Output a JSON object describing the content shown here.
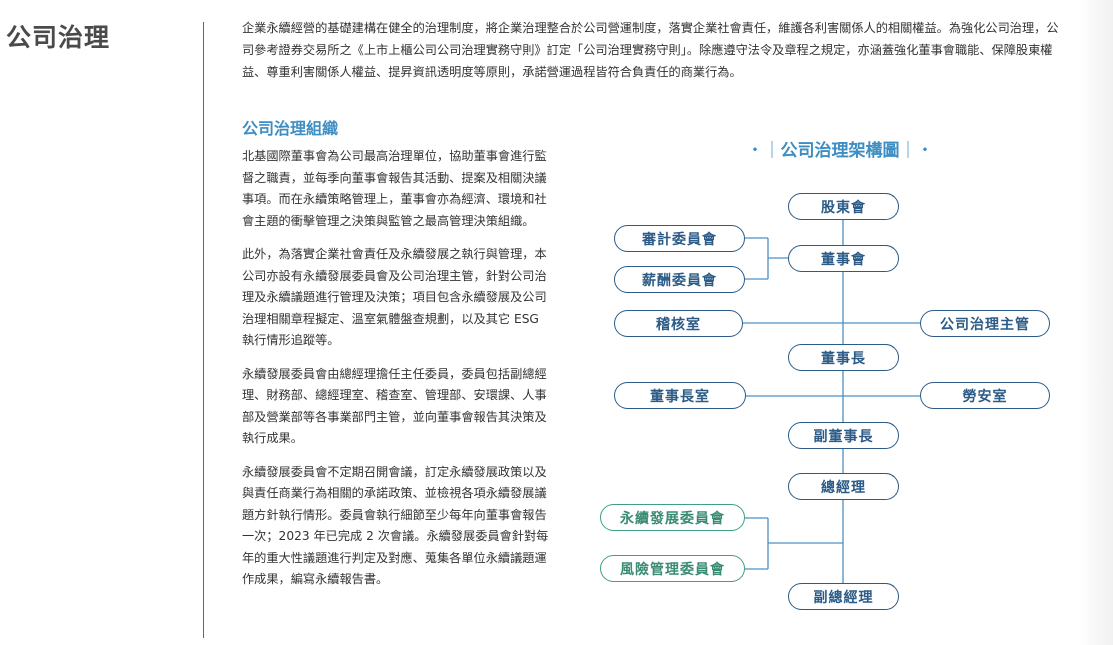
{
  "section_title": "公司治理",
  "intro": "企業永續經營的基礎建構在健全的治理制度，將企業治理整合於公司營運制度，落實企業社會責任，維護各利害關係人的相關權益。為強化公司治理，公司參考證券交易所之《上市上櫃公司公司治理實務守則》訂定「公司治理實務守則」。除應遵守法令及章程之規定，亦涵蓋強化董事會職能、保障股東權益、尊重利害關係人權益、提昇資訊透明度等原則，承諾營運過程皆符合負責任的商業行為。",
  "org": {
    "heading": "公司治理組織",
    "paragraphs": [
      "北基國際董事會為公司最高治理單位，協助董事會進行監督之職責，並每季向董事會報告其活動、提案及相關決議事項。而在永續策略管理上，董事會亦為經濟、環境和社會主題的衝擊管理之決策與監管之最高管理決策組織。",
      "此外，為落實企業社會責任及永續發展之執行與管理，本公司亦設有永續發展委員會及公司治理主管，針對公司治理及永續議題進行管理及決策；項目包含永續發展及公司治理相關章程擬定、溫室氣體盤查規劃，以及其它 ESG 執行情形追蹤等。",
      "永續發展委員會由總經理擔任主任委員，委員包括副總經理、財務部、總經理室、稽查室、管理部、安環課、人事部及營業部等各事業部門主管，並向董事會報告其決策及執行成果。",
      "永續發展委員會不定期召開會議，訂定永續發展政策以及與責任商業行為相關的承諾政策、並檢視各項永續發展議題方針執行情形。委員會執行細節至少每年向董事會報告一次；2023 年已完成 2 次會議。永續發展委員會針對每年的重大性議題進行判定及對應、蒐集各單位永續議題運作成果，編寫永續報告書。"
    ]
  },
  "chart": {
    "title": "公司治理架構圖",
    "deco_left": "・｜",
    "deco_right": "｜・",
    "nodes": {
      "shareholders": "股東會",
      "audit_committee": "審計委員會",
      "board": "董事會",
      "remuneration_committee": "薪酬委員會",
      "internal_audit": "稽核室",
      "governance_officer": "公司治理主管",
      "chairman": "董事長",
      "chairman_office": "董事長室",
      "labor_safety": "勞安室",
      "vice_chairman": "副董事長",
      "president": "總經理",
      "sustainability_committee": "永續發展委員會",
      "risk_committee": "風險管理委員會",
      "vice_president": "副總經理"
    },
    "colors": {
      "node_border": "#2b5b86",
      "committee_border": "#3f9e86",
      "line": "#4f8fc2",
      "heading": "#3d8ec3"
    }
  }
}
